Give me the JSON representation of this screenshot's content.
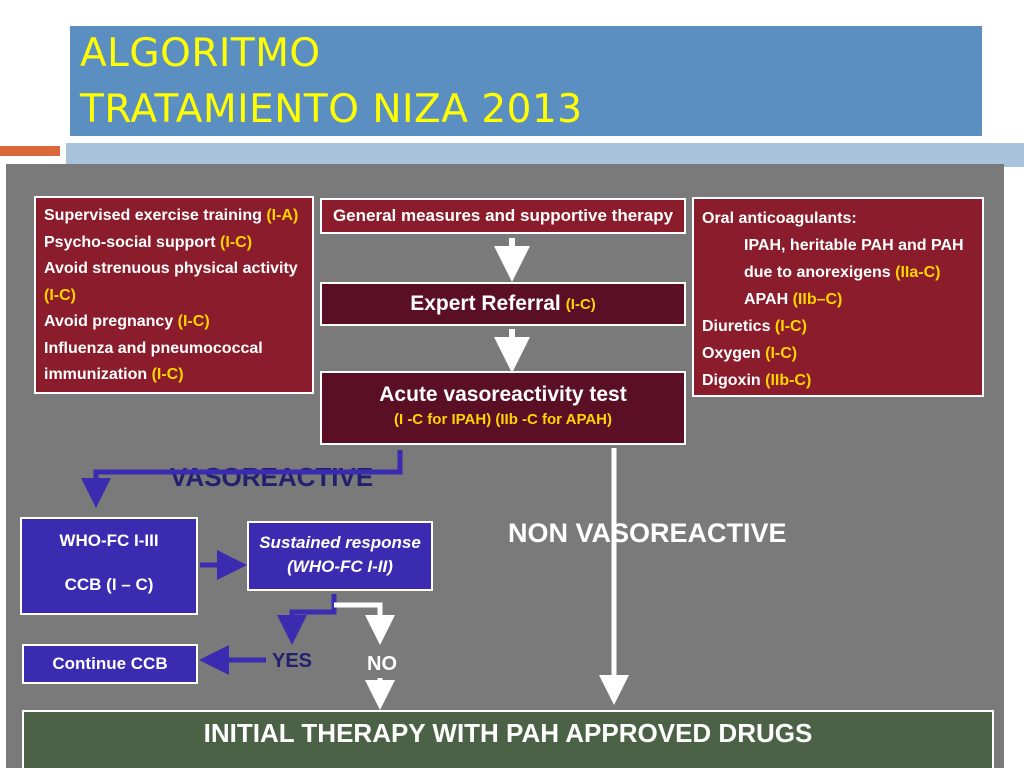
{
  "title": {
    "line1": "ALGORITMO",
    "line2": "TRATAMIENTO NIZA 2013"
  },
  "left_box": {
    "lines": [
      {
        "text": "Supervised exercise training ",
        "level": "(I-A)"
      },
      {
        "text": "Psycho-social support ",
        "level": "(I-C)"
      },
      {
        "text": "Avoid strenuous physical activity",
        "level": ""
      },
      {
        "text": "",
        "level": "(I-C)"
      },
      {
        "text": "Avoid pregnancy ",
        "level": "(I-C)"
      },
      {
        "text": "Influenza and pneumococcal",
        "level": ""
      },
      {
        "text": "immunization ",
        "level": "(I-C)"
      }
    ]
  },
  "general_measures": "General measures  and supportive therapy",
  "expert_referral": {
    "text": "Expert Referral",
    "level": "(I-C)"
  },
  "acute_test": {
    "title": "Acute vasoreactivity test",
    "level": "(I -C  for IPAH) (IIb -C for APAH)"
  },
  "right_box": {
    "header": "Oral anticoagulants:",
    "sub1": "IPAH, heritable PAH and PAH",
    "sub2": "due to anorexigens ",
    "sub2_level": "(IIa-C)",
    "sub3": "APAH ",
    "sub3_level": "(IIb–C)",
    "diuretics": "Diuretics ",
    "diuretics_level": "(I-C)",
    "oxygen": "Oxygen ",
    "oxygen_level": "(I-C)",
    "digoxin": "Digoxin ",
    "digoxin_level": "(IIb-C)"
  },
  "vasoreactive": "VASOREACTIVE",
  "non_vasoreactive": "NON VASOREACTIVE",
  "who_box": {
    "line1": "WHO-FC I-III",
    "line2": "CCB  (I – C)"
  },
  "sustained_box": {
    "line1": "Sustained response",
    "line2": "(WHO-FC I-II)"
  },
  "continue_ccb": "Continue CCB",
  "yes": "YES",
  "no": "NO",
  "initial_therapy": "INITIAL THERAPY WITH PAH APPROVED DRUGS",
  "colors": {
    "title_bg": "#5b8fc1",
    "title_text": "#ffff00",
    "panel": "#7a7a7a",
    "red": "#8b1c2c",
    "maroon": "#5b0f25",
    "blue": "#3a2bb0",
    "green": "#4c6246",
    "level": "#ffd400"
  }
}
